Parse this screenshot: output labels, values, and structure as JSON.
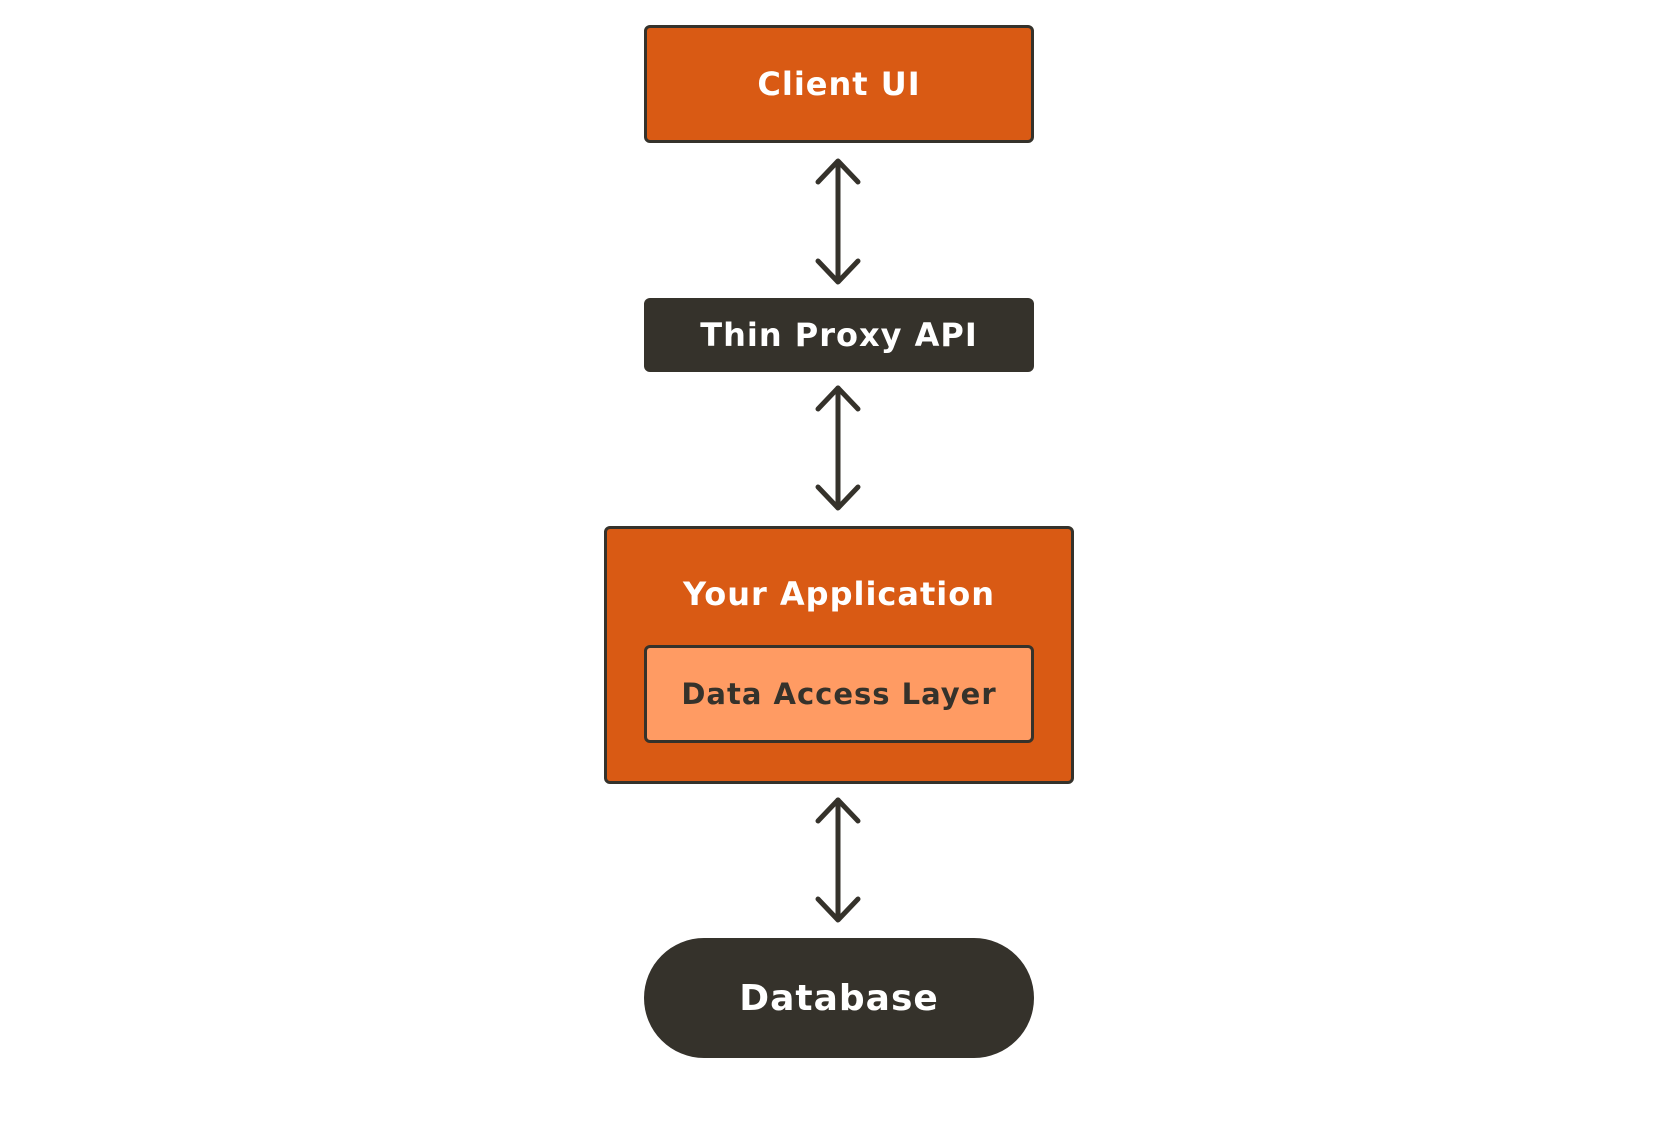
{
  "diagram": {
    "nodes": {
      "client_ui": "Client UI",
      "proxy_api": "Thin Proxy API",
      "your_application": "Your Application",
      "data_access_layer": "Data Access Layer",
      "database": "Database"
    },
    "edges": [
      {
        "from": "Client UI",
        "to": "Thin Proxy API",
        "direction": "bidirectional"
      },
      {
        "from": "Thin Proxy API",
        "to": "Your Application",
        "direction": "bidirectional"
      },
      {
        "from": "Your Application",
        "to": "Database",
        "direction": "bidirectional"
      }
    ],
    "colors": {
      "orange": "#d95a14",
      "light_orange": "#ff9b63",
      "dark": "#35322b",
      "background": "#ffffff"
    }
  }
}
